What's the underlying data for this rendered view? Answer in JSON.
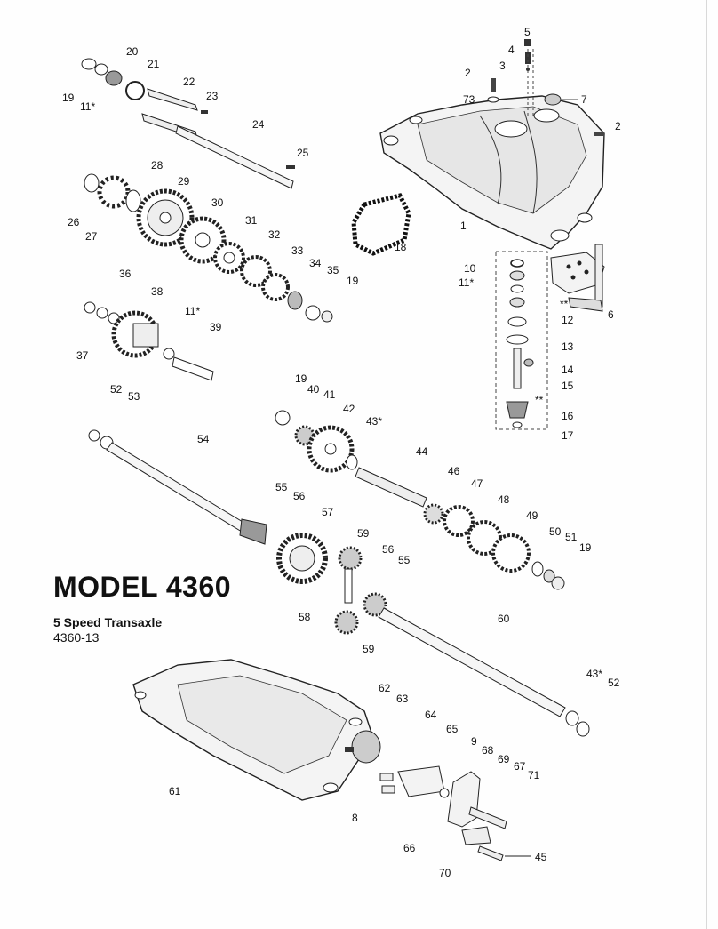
{
  "title": "MODEL 4360",
  "subtitle": "5 Speed Transaxle",
  "part_number": "4360-13",
  "callouts": [
    {
      "id": "c-5",
      "text": "5"
    },
    {
      "id": "c-4",
      "text": "4"
    },
    {
      "id": "c-3",
      "text": "3"
    },
    {
      "id": "c-2a",
      "text": "2"
    },
    {
      "id": "c-73",
      "text": "73"
    },
    {
      "id": "c-7",
      "text": "7"
    },
    {
      "id": "c-2b",
      "text": "2"
    },
    {
      "id": "c-1",
      "text": "1"
    },
    {
      "id": "c-18",
      "text": "18"
    },
    {
      "id": "c-10",
      "text": "10"
    },
    {
      "id": "c-11b",
      "text": "11*"
    },
    {
      "id": "c-6",
      "text": "6"
    },
    {
      "id": "c-12",
      "text": "12"
    },
    {
      "id": "c-13",
      "text": "13"
    },
    {
      "id": "c-14",
      "text": "14"
    },
    {
      "id": "c-15",
      "text": "15"
    },
    {
      "id": "c-16",
      "text": "16"
    },
    {
      "id": "c-17",
      "text": "17"
    },
    {
      "id": "c-ss1",
      "text": "**"
    },
    {
      "id": "c-ss2",
      "text": "**"
    },
    {
      "id": "c-20",
      "text": "20"
    },
    {
      "id": "c-21",
      "text": "21"
    },
    {
      "id": "c-22",
      "text": "22"
    },
    {
      "id": "c-23",
      "text": "23"
    },
    {
      "id": "c-19a",
      "text": "19"
    },
    {
      "id": "c-11a",
      "text": "11*"
    },
    {
      "id": "c-24",
      "text": "24"
    },
    {
      "id": "c-25",
      "text": "25"
    },
    {
      "id": "c-28",
      "text": "28"
    },
    {
      "id": "c-29",
      "text": "29"
    },
    {
      "id": "c-30",
      "text": "30"
    },
    {
      "id": "c-26",
      "text": "26"
    },
    {
      "id": "c-27",
      "text": "27"
    },
    {
      "id": "c-31",
      "text": "31"
    },
    {
      "id": "c-32",
      "text": "32"
    },
    {
      "id": "c-33",
      "text": "33"
    },
    {
      "id": "c-34",
      "text": "34"
    },
    {
      "id": "c-35",
      "text": "35"
    },
    {
      "id": "c-19b",
      "text": "19"
    },
    {
      "id": "c-36",
      "text": "36"
    },
    {
      "id": "c-38",
      "text": "38"
    },
    {
      "id": "c-11c",
      "text": "11*"
    },
    {
      "id": "c-39",
      "text": "39"
    },
    {
      "id": "c-37",
      "text": "37"
    },
    {
      "id": "c-52a",
      "text": "52"
    },
    {
      "id": "c-53",
      "text": "53"
    },
    {
      "id": "c-19c",
      "text": "19"
    },
    {
      "id": "c-40",
      "text": "40"
    },
    {
      "id": "c-41",
      "text": "41"
    },
    {
      "id": "c-42",
      "text": "42"
    },
    {
      "id": "c-43a",
      "text": "43*"
    },
    {
      "id": "c-54",
      "text": "54"
    },
    {
      "id": "c-44",
      "text": "44"
    },
    {
      "id": "c-46",
      "text": "46"
    },
    {
      "id": "c-47",
      "text": "47"
    },
    {
      "id": "c-48",
      "text": "48"
    },
    {
      "id": "c-49",
      "text": "49"
    },
    {
      "id": "c-50",
      "text": "50"
    },
    {
      "id": "c-51",
      "text": "51"
    },
    {
      "id": "c-19d",
      "text": "19"
    },
    {
      "id": "c-55a",
      "text": "55"
    },
    {
      "id": "c-56a",
      "text": "56"
    },
    {
      "id": "c-57",
      "text": "57"
    },
    {
      "id": "c-59a",
      "text": "59"
    },
    {
      "id": "c-56b",
      "text": "56"
    },
    {
      "id": "c-55b",
      "text": "55"
    },
    {
      "id": "c-58",
      "text": "58"
    },
    {
      "id": "c-59b",
      "text": "59"
    },
    {
      "id": "c-60",
      "text": "60"
    },
    {
      "id": "c-43b",
      "text": "43*"
    },
    {
      "id": "c-52b",
      "text": "52"
    },
    {
      "id": "c-62",
      "text": "62"
    },
    {
      "id": "c-63",
      "text": "63"
    },
    {
      "id": "c-64",
      "text": "64"
    },
    {
      "id": "c-65",
      "text": "65"
    },
    {
      "id": "c-9",
      "text": "9"
    },
    {
      "id": "c-68",
      "text": "68"
    },
    {
      "id": "c-69",
      "text": "69"
    },
    {
      "id": "c-67",
      "text": "67"
    },
    {
      "id": "c-71",
      "text": "71"
    },
    {
      "id": "c-61",
      "text": "61"
    },
    {
      "id": "c-8",
      "text": "8"
    },
    {
      "id": "c-66",
      "text": "66"
    },
    {
      "id": "c-45",
      "text": "45"
    },
    {
      "id": "c-70",
      "text": "70"
    }
  ]
}
